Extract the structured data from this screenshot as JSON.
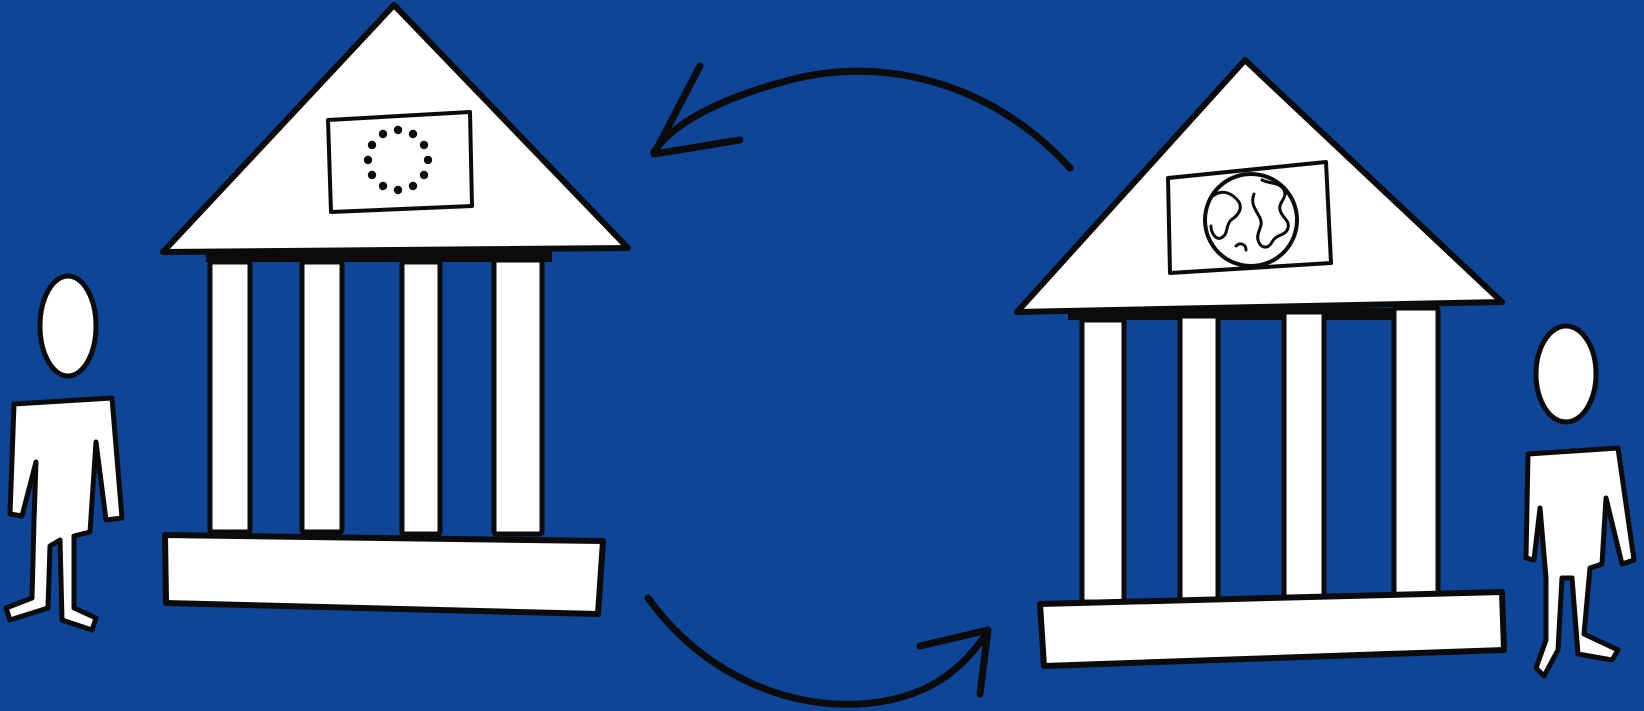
{
  "scene": {
    "background_color": "#0f4596",
    "ink_color": "#0b0b0b",
    "paper_color": "#ffffff",
    "elements": {
      "left_building": {
        "emblem": "eu-flag-icon",
        "columns": 4
      },
      "right_building": {
        "emblem": "globe-flag-icon",
        "columns": 4
      },
      "arrows": [
        {
          "name": "arrow-top",
          "direction": "right-to-left"
        },
        {
          "name": "arrow-bottom",
          "direction": "left-to-right"
        }
      ],
      "people": [
        "person-left",
        "person-right"
      ]
    }
  }
}
